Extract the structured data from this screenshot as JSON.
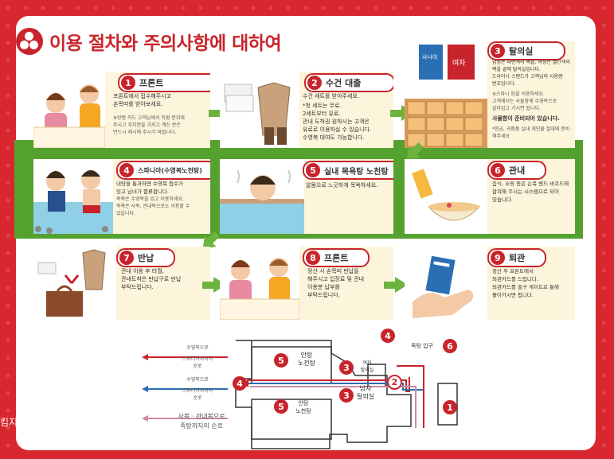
{
  "title": "이용 절차와 주의사항에 대하여",
  "steps": [
    {
      "num": "1",
      "label": "프론트",
      "lines": [
        "프론트에서 접수해주시고",
        "손목띠를 받아보세요."
      ],
      "notes": [
        "※방범 카드 고객님께서 직원 분위해",
        "주시고 주차권을 가지고 계신 분은",
        "반드시 제시해 주시기 바랍니다."
      ]
    },
    {
      "num": "2",
      "label": "수건 대출",
      "lines": [
        "수건 세트를 받아주세요.",
        "*첫 세트는 무료.",
        "2세트부터 유료.",
        "관내 도착권 원하시는 고객은",
        "유료로 이용하실 수 있습니다.",
        "수영복 대여도 가능합니다."
      ],
      "notes": []
    },
    {
      "num": "3",
      "label": "탈의실",
      "lines": [
        "남성은 파란색의 벽을, 여성은 빨간색의",
        "벽을 끝에 탈의실입니다.",
        "드라이나 스탠드가 고객님의 사용량",
        "번호입니다."
      ],
      "notes2": [
        "※스마니 등을 이용하세요.",
        "고객께서는 사물함에 수영복으로",
        "갈아입고 가시면 됩니다."
      ],
      "lines2": [
        "사물함이 준비되어 있습니다."
      ],
      "notes3": [
        "*현금, 귀중품 실내 개인물 절대에 준비해주세요"
      ]
    },
    {
      "num": "4",
      "label": "스파니아(수영복노천탕)",
      "lines": [
        "내탕을 통과하면 수영복 접수가",
        "있고 남녀가 함류합니다.",
        "목욕은 수영복을 입고 이용하세요.",
        "족욕은 사복, 관내복으로도 이용할 수",
        "있습니다."
      ],
      "notes": []
    },
    {
      "num": "5",
      "label": "실내 목욕탕 노천탕",
      "lines": [
        "알몸으로 느긋하게 목욕하세요."
      ],
      "notes": []
    },
    {
      "num": "6",
      "label": "관내",
      "lines": [
        "음식, 쇼핑 등은 손목 밴드 바코드에",
        "합쳐해 주시는 시스템으로 되어",
        "있습니다."
      ],
      "notes": []
    },
    {
      "num": "7",
      "label": "반납",
      "lines": [
        "관내 이용 후 타월,",
        "관내도착은 반납구로 반납",
        "부탁드립니다."
      ],
      "notes": []
    },
    {
      "num": "8",
      "label": "프론트",
      "lines": [
        "정산 시 손목띠 반납을",
        "해주시고 입장료 및 관내",
        "이용분 납부를",
        "부탁드립니다."
      ],
      "notes": []
    },
    {
      "num": "9",
      "label": "퇴관",
      "lines": [
        "정산 후 프론트에서",
        "퇴관카드를 드립니다.",
        "퇴관카드를 출구 게이트로 통해",
        "돌아가시면 됩니다."
      ],
      "notes": []
    }
  ],
  "signs": {
    "men": "사나이",
    "women": "여자"
  },
  "map": {
    "bath_top": "안탕\n노천탕",
    "bath_top_l1": "안탕",
    "bath_top_l2": "노천탕",
    "bath_bot_l1": "안탕",
    "bath_bot_l2": "노천탕",
    "women_l1": "여자",
    "women_l2": "탈의실",
    "men_l1": "남자",
    "men_l2": "탈의실",
    "entrance": "족탕 입구",
    "nums": {
      "n1": "1",
      "n2": "2",
      "n3a": "3",
      "n3b": "3",
      "n4a": "4",
      "n4b": "4",
      "n5a": "5",
      "n5b": "5",
      "n6": "6"
    }
  },
  "legend": [
    {
      "l1": "수영복으로",
      "l2": "스파니아까지의",
      "l3": "순로",
      "color": "#c8242b"
    },
    {
      "l1": "수영복으로",
      "l2": "스파니아까지의",
      "l3": "순로",
      "color": "#2a6fb4"
    },
    {
      "l1": "사복 · 관내복으로",
      "l2": "족탕까지의 순로",
      "l3": "",
      "color": "#d08aa0"
    }
  ],
  "watermark": "킴지"
}
